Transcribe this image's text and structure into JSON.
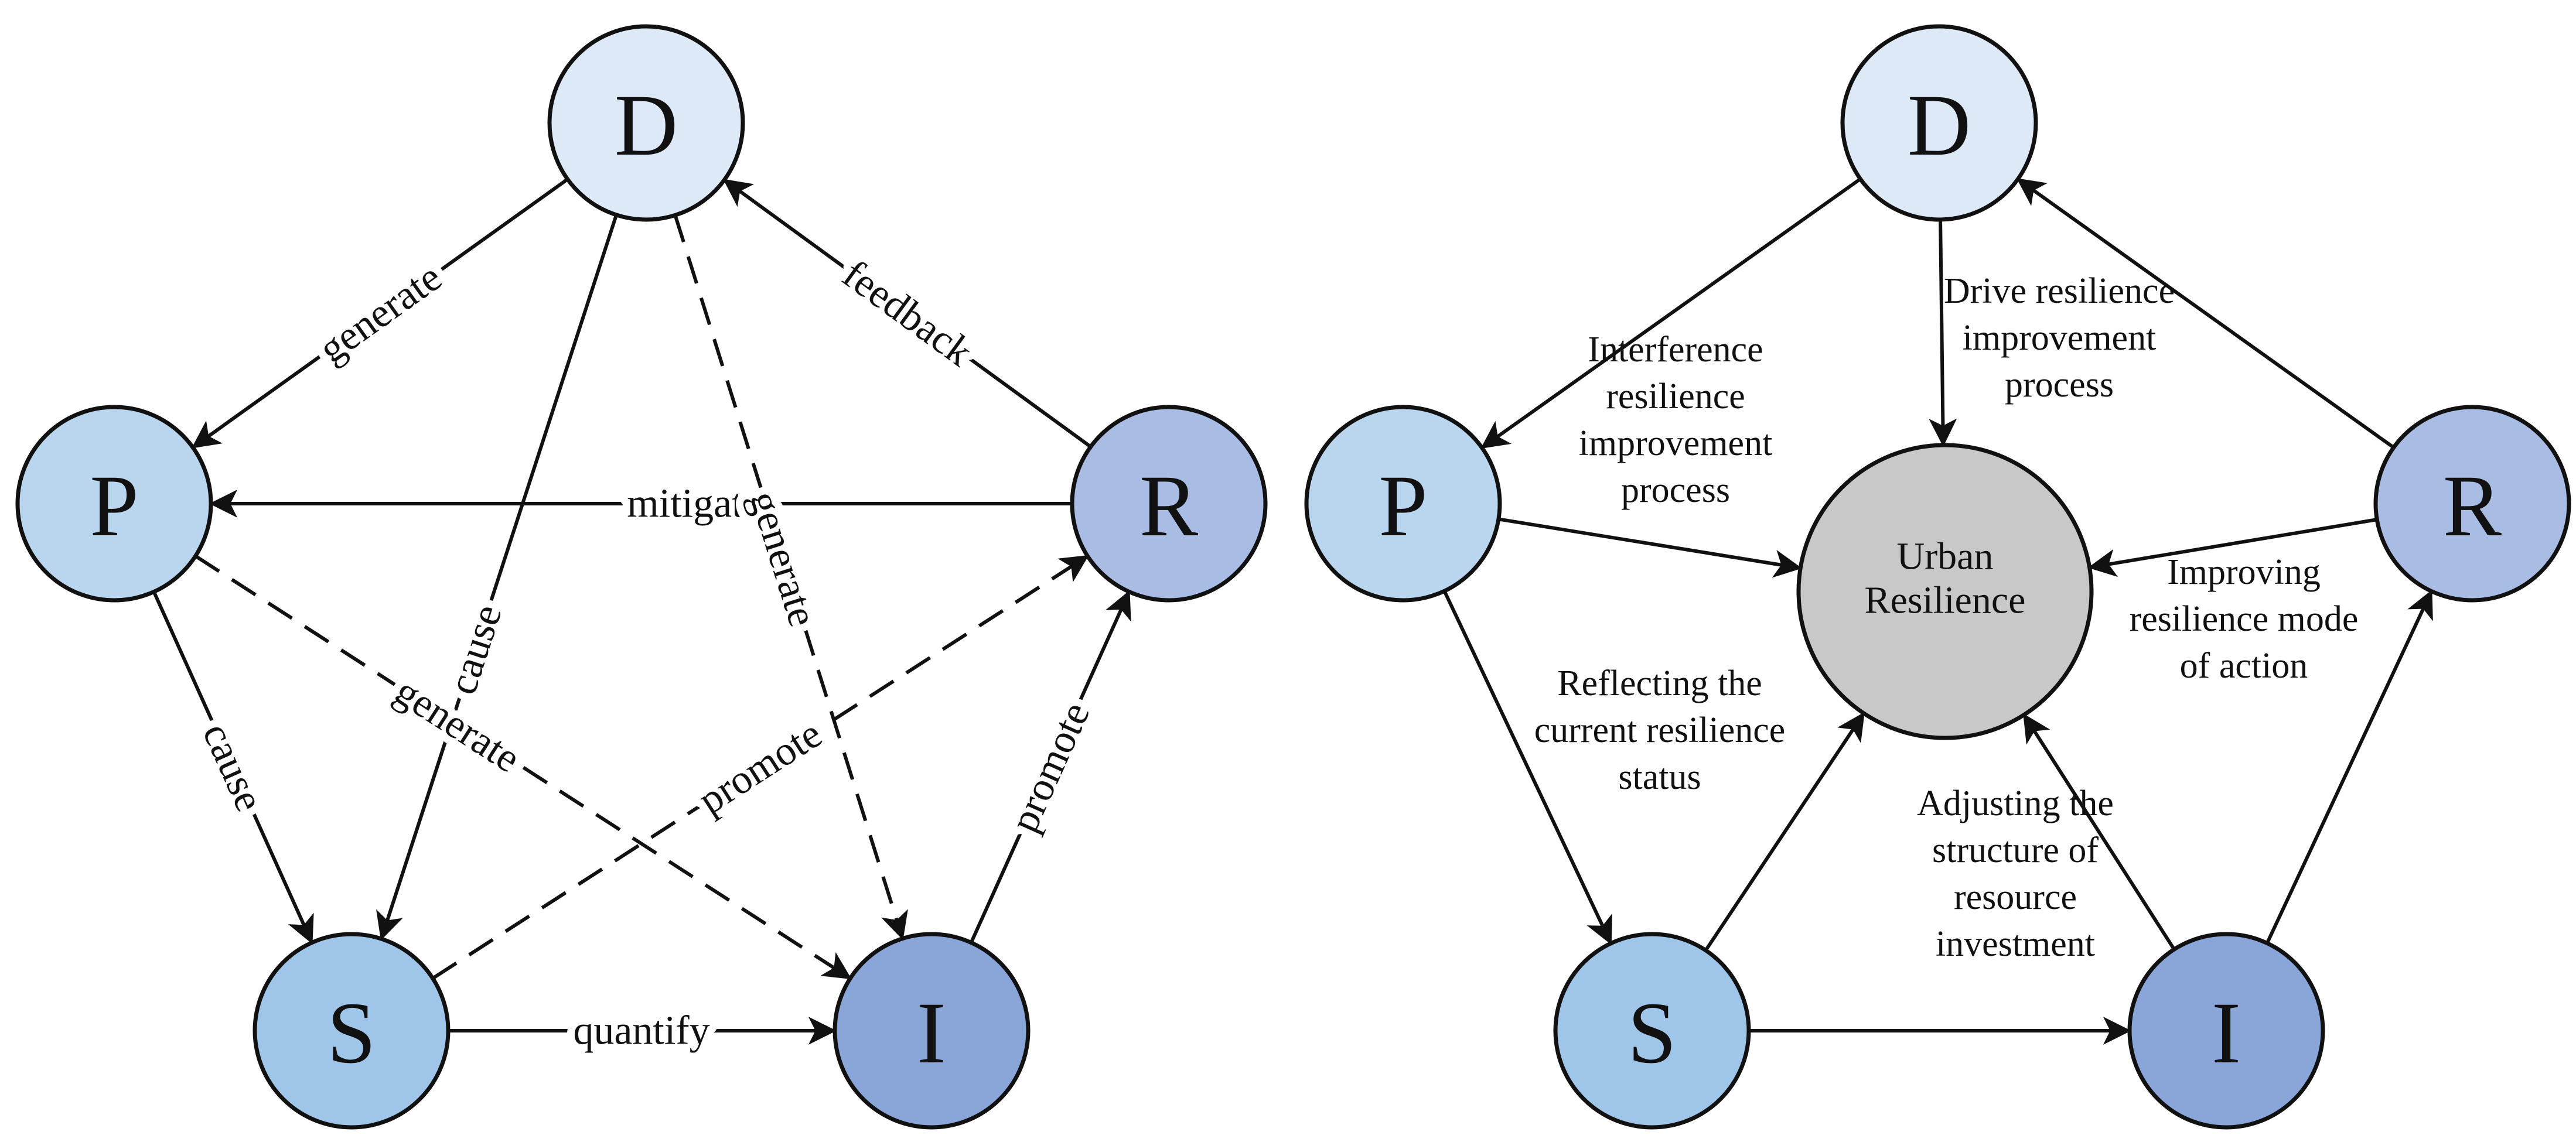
{
  "left": {
    "nodes": [
      {
        "id": "D",
        "letter": "D",
        "fill": "#dde9f6"
      },
      {
        "id": "P",
        "letter": "P",
        "fill": "#bad6ee"
      },
      {
        "id": "R",
        "letter": "R",
        "fill": "#a9bce3"
      },
      {
        "id": "S",
        "letter": "S",
        "fill": "#9fc5e8"
      },
      {
        "id": "I",
        "letter": "I",
        "fill": "#8aa6d9"
      }
    ],
    "edges": [
      {
        "from": "D",
        "to": "P",
        "label": "generate",
        "dashed": false
      },
      {
        "from": "R",
        "to": "D",
        "label": "feedback",
        "dashed": false
      },
      {
        "from": "R",
        "to": "P",
        "label": "mitigate",
        "dashed": false
      },
      {
        "from": "D",
        "to": "S",
        "label": "cause",
        "dashed": false
      },
      {
        "from": "D",
        "to": "I",
        "label": "generate",
        "dashed": true
      },
      {
        "from": "P",
        "to": "S",
        "label": "cause",
        "dashed": false
      },
      {
        "from": "P",
        "to": "I",
        "label": "generate",
        "dashed": true
      },
      {
        "from": "S",
        "to": "R",
        "label": "promote",
        "dashed": true
      },
      {
        "from": "S",
        "to": "I",
        "label": "quantify",
        "dashed": false
      },
      {
        "from": "I",
        "to": "R",
        "label": "promote",
        "dashed": false
      }
    ]
  },
  "right": {
    "center": {
      "line1": "Urban",
      "line2": "Resilience",
      "fill": "#c8c8c8"
    },
    "nodes": [
      {
        "id": "D",
        "letter": "D",
        "fill": "#dde9f6"
      },
      {
        "id": "P",
        "letter": "P",
        "fill": "#bad6ee"
      },
      {
        "id": "R",
        "letter": "R",
        "fill": "#a9bce3"
      },
      {
        "id": "S",
        "letter": "S",
        "fill": "#9fc5e8"
      },
      {
        "id": "I",
        "letter": "I",
        "fill": "#8aa6d9"
      }
    ],
    "annotations": {
      "d": [
        "Drive resilience",
        "improvement",
        "process"
      ],
      "p": [
        "Interference",
        "resilience",
        "improvement",
        "process"
      ],
      "r": [
        "Improving",
        "resilience mode",
        "of action"
      ],
      "s": [
        "Reflecting the",
        "current resilience",
        "status"
      ],
      "i": [
        "Adjusting the",
        "structure of",
        "resource",
        "investment"
      ]
    }
  },
  "colors": {
    "stroke": "#111111",
    "edge": "#111111"
  }
}
